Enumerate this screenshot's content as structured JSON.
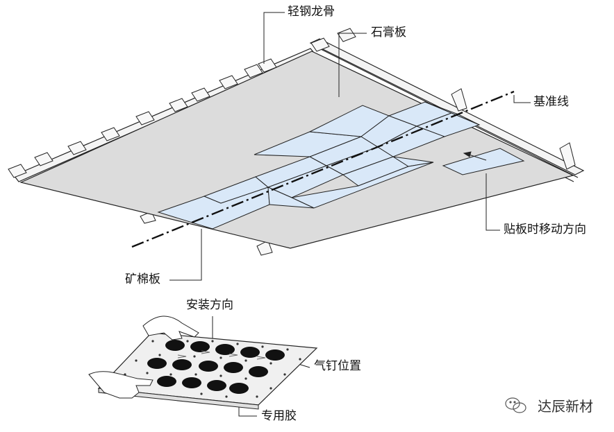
{
  "labels": {
    "keel": "轻钢龙骨",
    "gypsum": "石膏板",
    "datum": "基准线",
    "move_dir": "贴板时移动方向",
    "mineral": "矿棉板",
    "install_dir": "安装方向",
    "nail_pos": "气钉位置",
    "glue": "专用胶"
  },
  "watermark": {
    "text": "达辰新材",
    "icon": "wechat-icon"
  },
  "colors": {
    "gypsum": "#dcdcdc",
    "tile": "#d9e8f8",
    "line": "#111111",
    "glue": "#111111"
  }
}
